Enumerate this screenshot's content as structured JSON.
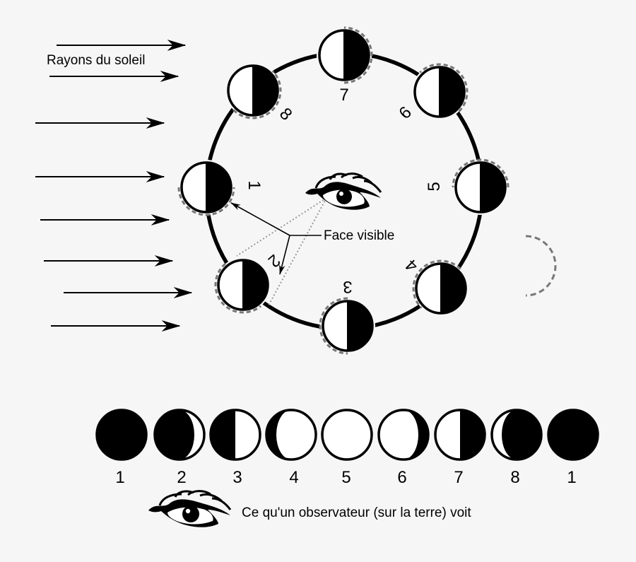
{
  "labels": {
    "sun_rays": "Rayons du soleil",
    "visible_face": "Face visible",
    "observer_caption": "Ce qu'un observateur (sur la terre) voit"
  },
  "orbit_numbers": [
    "1",
    "2",
    "3",
    "4",
    "5",
    "6",
    "7",
    "8"
  ],
  "phase_numbers": [
    "1",
    "2",
    "3",
    "4",
    "5",
    "6",
    "7",
    "8",
    "1"
  ],
  "icons": {
    "center": "eye-icon",
    "caption": "eye-icon",
    "rays": "arrow-right-icon"
  },
  "colors": {
    "background": "#f6f6f6",
    "ink": "#000000",
    "dash": "#777777",
    "dotted": "#9a9a9a"
  }
}
